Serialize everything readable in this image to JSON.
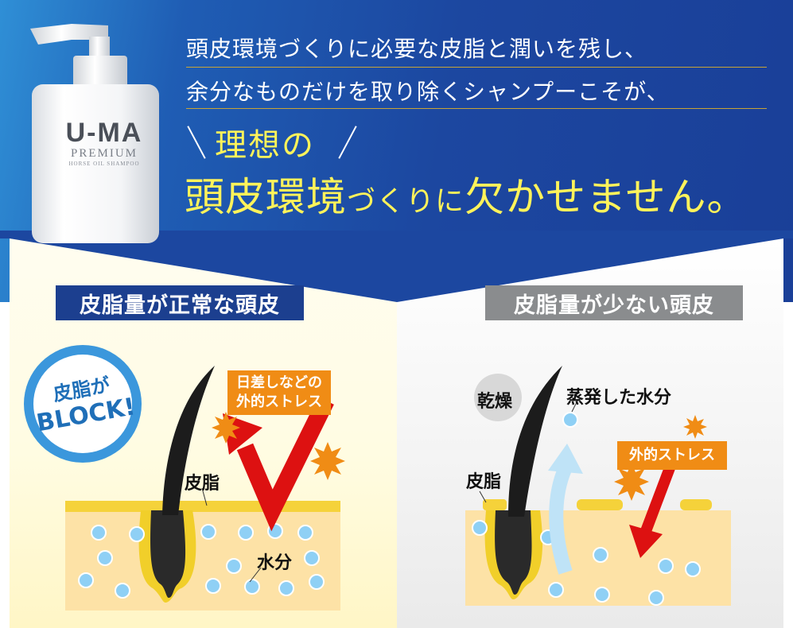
{
  "headline": {
    "line1": "頭皮環境づくりに必要な皮脂と潤いを残し、",
    "line2": "余分なものだけを取り除くシャンプーこそが、",
    "emph1": "理想の",
    "emph2_big": "頭皮環境",
    "emph2_small": "づくりに",
    "emph2_big2": "欠かせません。"
  },
  "product": {
    "brand": "U-MA",
    "line": "PREMIUM",
    "subtitle": "HORSE OIL SHAMPOO"
  },
  "left_panel": {
    "title": "皮脂量が正常な頭皮",
    "badge_line1": "皮脂が",
    "badge_line2": "BLOCK!",
    "stress_line1": "日差しなどの",
    "stress_line2": "外的ストレス",
    "sebum_label": "皮脂",
    "water_label": "水分"
  },
  "right_panel": {
    "title": "皮脂量が少ない頭皮",
    "dry_label": "乾燥",
    "evap_label": "蒸発した水分",
    "stress_label": "外的ストレス",
    "sebum_label": "皮脂"
  },
  "colors": {
    "hero_blue": "#1c47a0",
    "headline_yellow": "#fff35a",
    "plate_left": "#1c3f8f",
    "plate_right": "#8a8c8e",
    "stress_orange": "#f08c15",
    "arrow_red": "#dd1111",
    "block_ring": "#3b97dc"
  }
}
